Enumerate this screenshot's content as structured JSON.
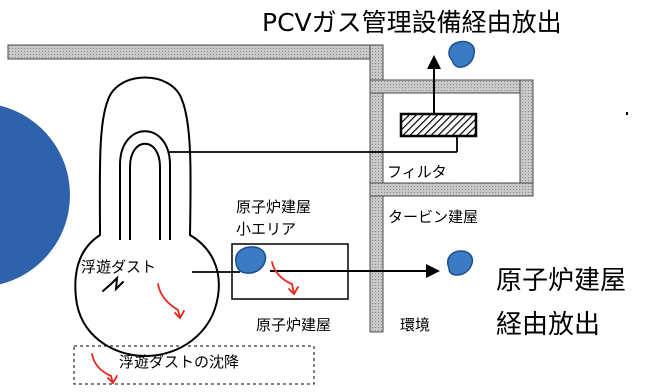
{
  "labels": {
    "pcv_release": "PCVガス管理設備経由放出",
    "filter": "フィルタ",
    "turbine_building": "タービン建屋",
    "small_area_line1": "原子炉建屋",
    "small_area_line2": "小エリア",
    "floating_dust": "浮遊ダスト",
    "reactor_building": "原子炉建屋",
    "environment": "環境",
    "release_line1": "原子炉建屋",
    "release_line2": "経由放出",
    "legend_settling": "浮遊ダストの沈降"
  },
  "colors": {
    "blue_circle": "#2f62ad",
    "dust_particle": "#3b7bc4",
    "settling_arrow": "#e8271c",
    "wall_fill": "#bdbdbd",
    "wall_stroke": "#4a4a4a"
  }
}
